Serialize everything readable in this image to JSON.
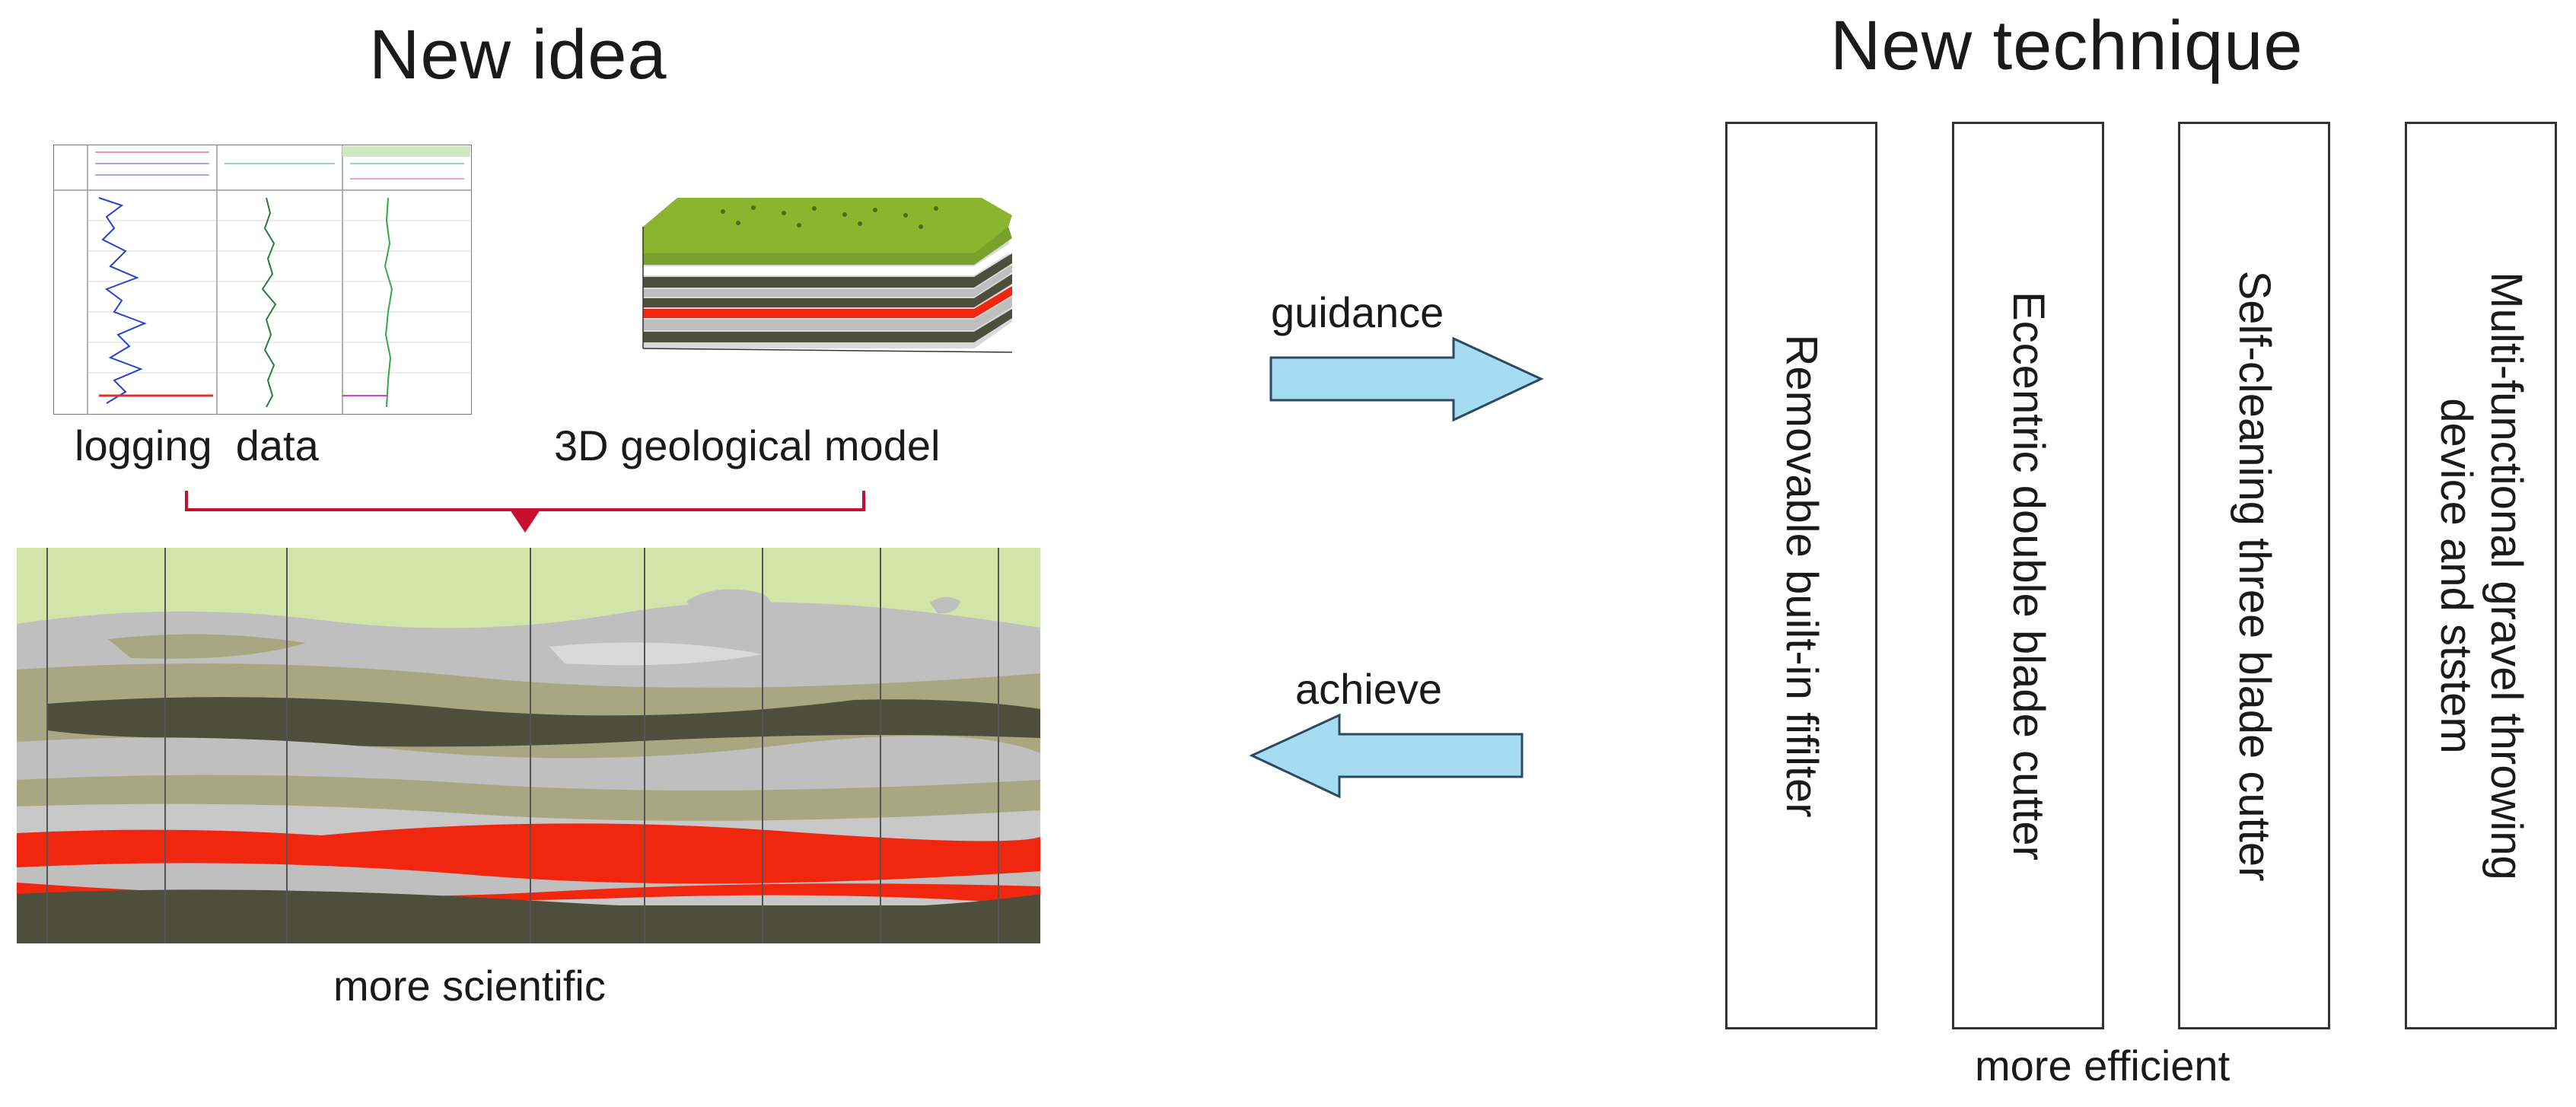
{
  "left_title": "New idea",
  "right_title": "New technique",
  "logging_label": "logging  data",
  "model_label": "3D geological model",
  "section_label": "more scientific",
  "guidance_label": "guidance",
  "achieve_label": "achieve",
  "efficient_label": "more efficient",
  "techniques": [
    {
      "lines": [
        "Removable built-in fifilter"
      ]
    },
    {
      "lines": [
        "Eccentric double blade cutter"
      ]
    },
    {
      "lines": [
        "Self-cleaning three blade cutter"
      ]
    },
    {
      "lines": [
        "Multi-functional gravel throwing",
        "device and ststem"
      ]
    }
  ],
  "colors": {
    "arrow_fill": "#a6dcf2",
    "arrow_stroke": "#2a4a60",
    "bracket": "#c8102e",
    "sand_red": "#f0260f",
    "shale_dark": "#4d4f3c",
    "silt_olive": "#a9a781",
    "mud_gray": "#bfbfbf",
    "top_green": "#d4e4a8",
    "model_green": "#7aa22a"
  }
}
